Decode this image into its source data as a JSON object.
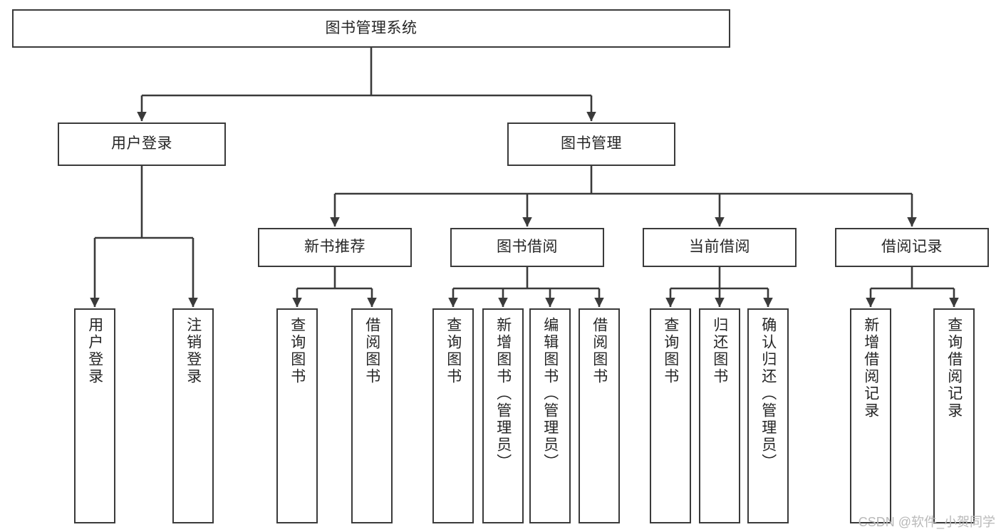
{
  "diagram": {
    "title": "图书管理系统",
    "type": "功能结构图",
    "root": {
      "id": "root",
      "label": "图书管理系统"
    },
    "level2": [
      {
        "id": "user-login",
        "label": "用户登录"
      },
      {
        "id": "book-management",
        "label": "图书管理"
      }
    ],
    "level3": [
      {
        "id": "new-book-recommend",
        "label": "新书推荐",
        "parent": "book-management"
      },
      {
        "id": "book-borrow",
        "label": "图书借阅",
        "parent": "book-management"
      },
      {
        "id": "current-borrow",
        "label": "当前借阅",
        "parent": "book-management"
      },
      {
        "id": "borrow-record",
        "label": "借阅记录",
        "parent": "book-management"
      }
    ],
    "leaves": [
      {
        "id": "leaf-user-login",
        "label": "用户登录",
        "parent": "user-login"
      },
      {
        "id": "leaf-logout",
        "label": "注销登录",
        "parent": "user-login"
      },
      {
        "id": "leaf-query-book-1",
        "label": "查询图书",
        "parent": "new-book-recommend"
      },
      {
        "id": "leaf-borrow-book-1",
        "label": "借阅图书",
        "parent": "new-book-recommend"
      },
      {
        "id": "leaf-query-book-2",
        "label": "查询图书",
        "parent": "book-borrow"
      },
      {
        "id": "leaf-add-book",
        "label": "新增图书（管理员）",
        "parent": "book-borrow"
      },
      {
        "id": "leaf-edit-book",
        "label": "编辑图书（管理员）",
        "parent": "book-borrow"
      },
      {
        "id": "leaf-borrow-book-2",
        "label": "借阅图书",
        "parent": "book-borrow"
      },
      {
        "id": "leaf-query-book-3",
        "label": "查询图书",
        "parent": "current-borrow"
      },
      {
        "id": "leaf-return-book",
        "label": "归还图书",
        "parent": "current-borrow"
      },
      {
        "id": "leaf-confirm-return",
        "label": "确认归还（管理员）",
        "parent": "current-borrow"
      },
      {
        "id": "leaf-add-record",
        "label": "新增借阅记录",
        "parent": "borrow-record"
      },
      {
        "id": "leaf-query-record",
        "label": "查询借阅记录",
        "parent": "borrow-record"
      }
    ],
    "watermark": "CSDN @软件_小贺同学",
    "colors": {
      "stroke": "#3a3a3a",
      "text": "#262626",
      "background": "#ffffff",
      "watermark": "#b9b9b9"
    }
  }
}
